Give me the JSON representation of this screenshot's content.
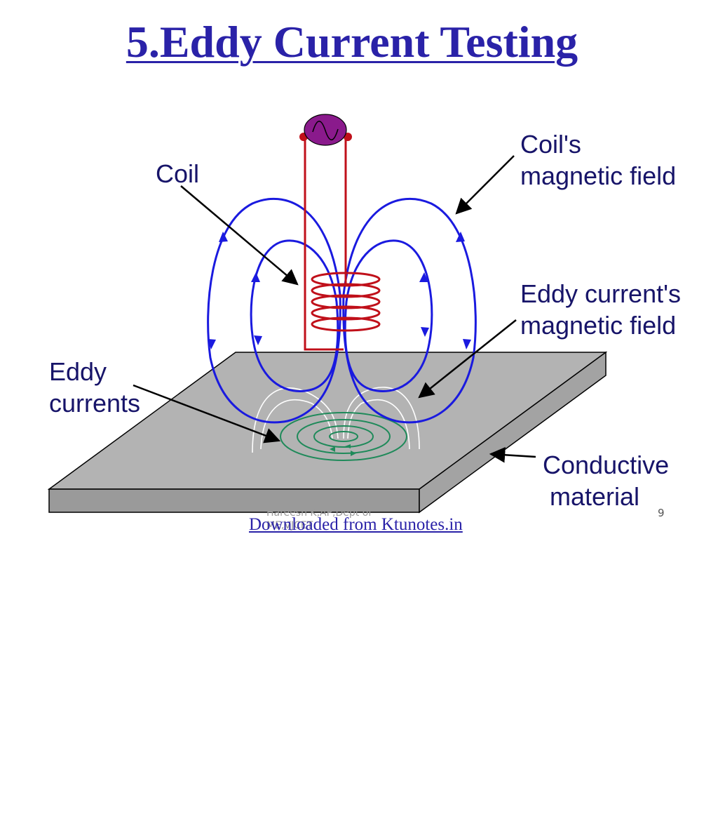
{
  "slide": {
    "title": "5.Eddy Current Testing",
    "footer_author": "Hareesh K,AP,Dept of ME,VJCET",
    "footer_link": "Downloaded from Ktunotes.in",
    "page_number": "9"
  },
  "labels": {
    "coil": "Coil",
    "coil_field": "Coil's\nmagnetic field",
    "eddy_field": "Eddy current's\nmagnetic field",
    "eddy_currents": "Eddy\ncurrents",
    "conductive_material": "Conductive\n material"
  },
  "colors": {
    "title": "#2a22a8",
    "label_text": "#171469",
    "field_lines": "#1a1adf",
    "coil": "#c0101a",
    "ac_source": "#8a1a8c",
    "eddy_currents": "#1f8a5a",
    "plate_top": "#b3b3b3",
    "plate_side": "#9a9a9a"
  }
}
